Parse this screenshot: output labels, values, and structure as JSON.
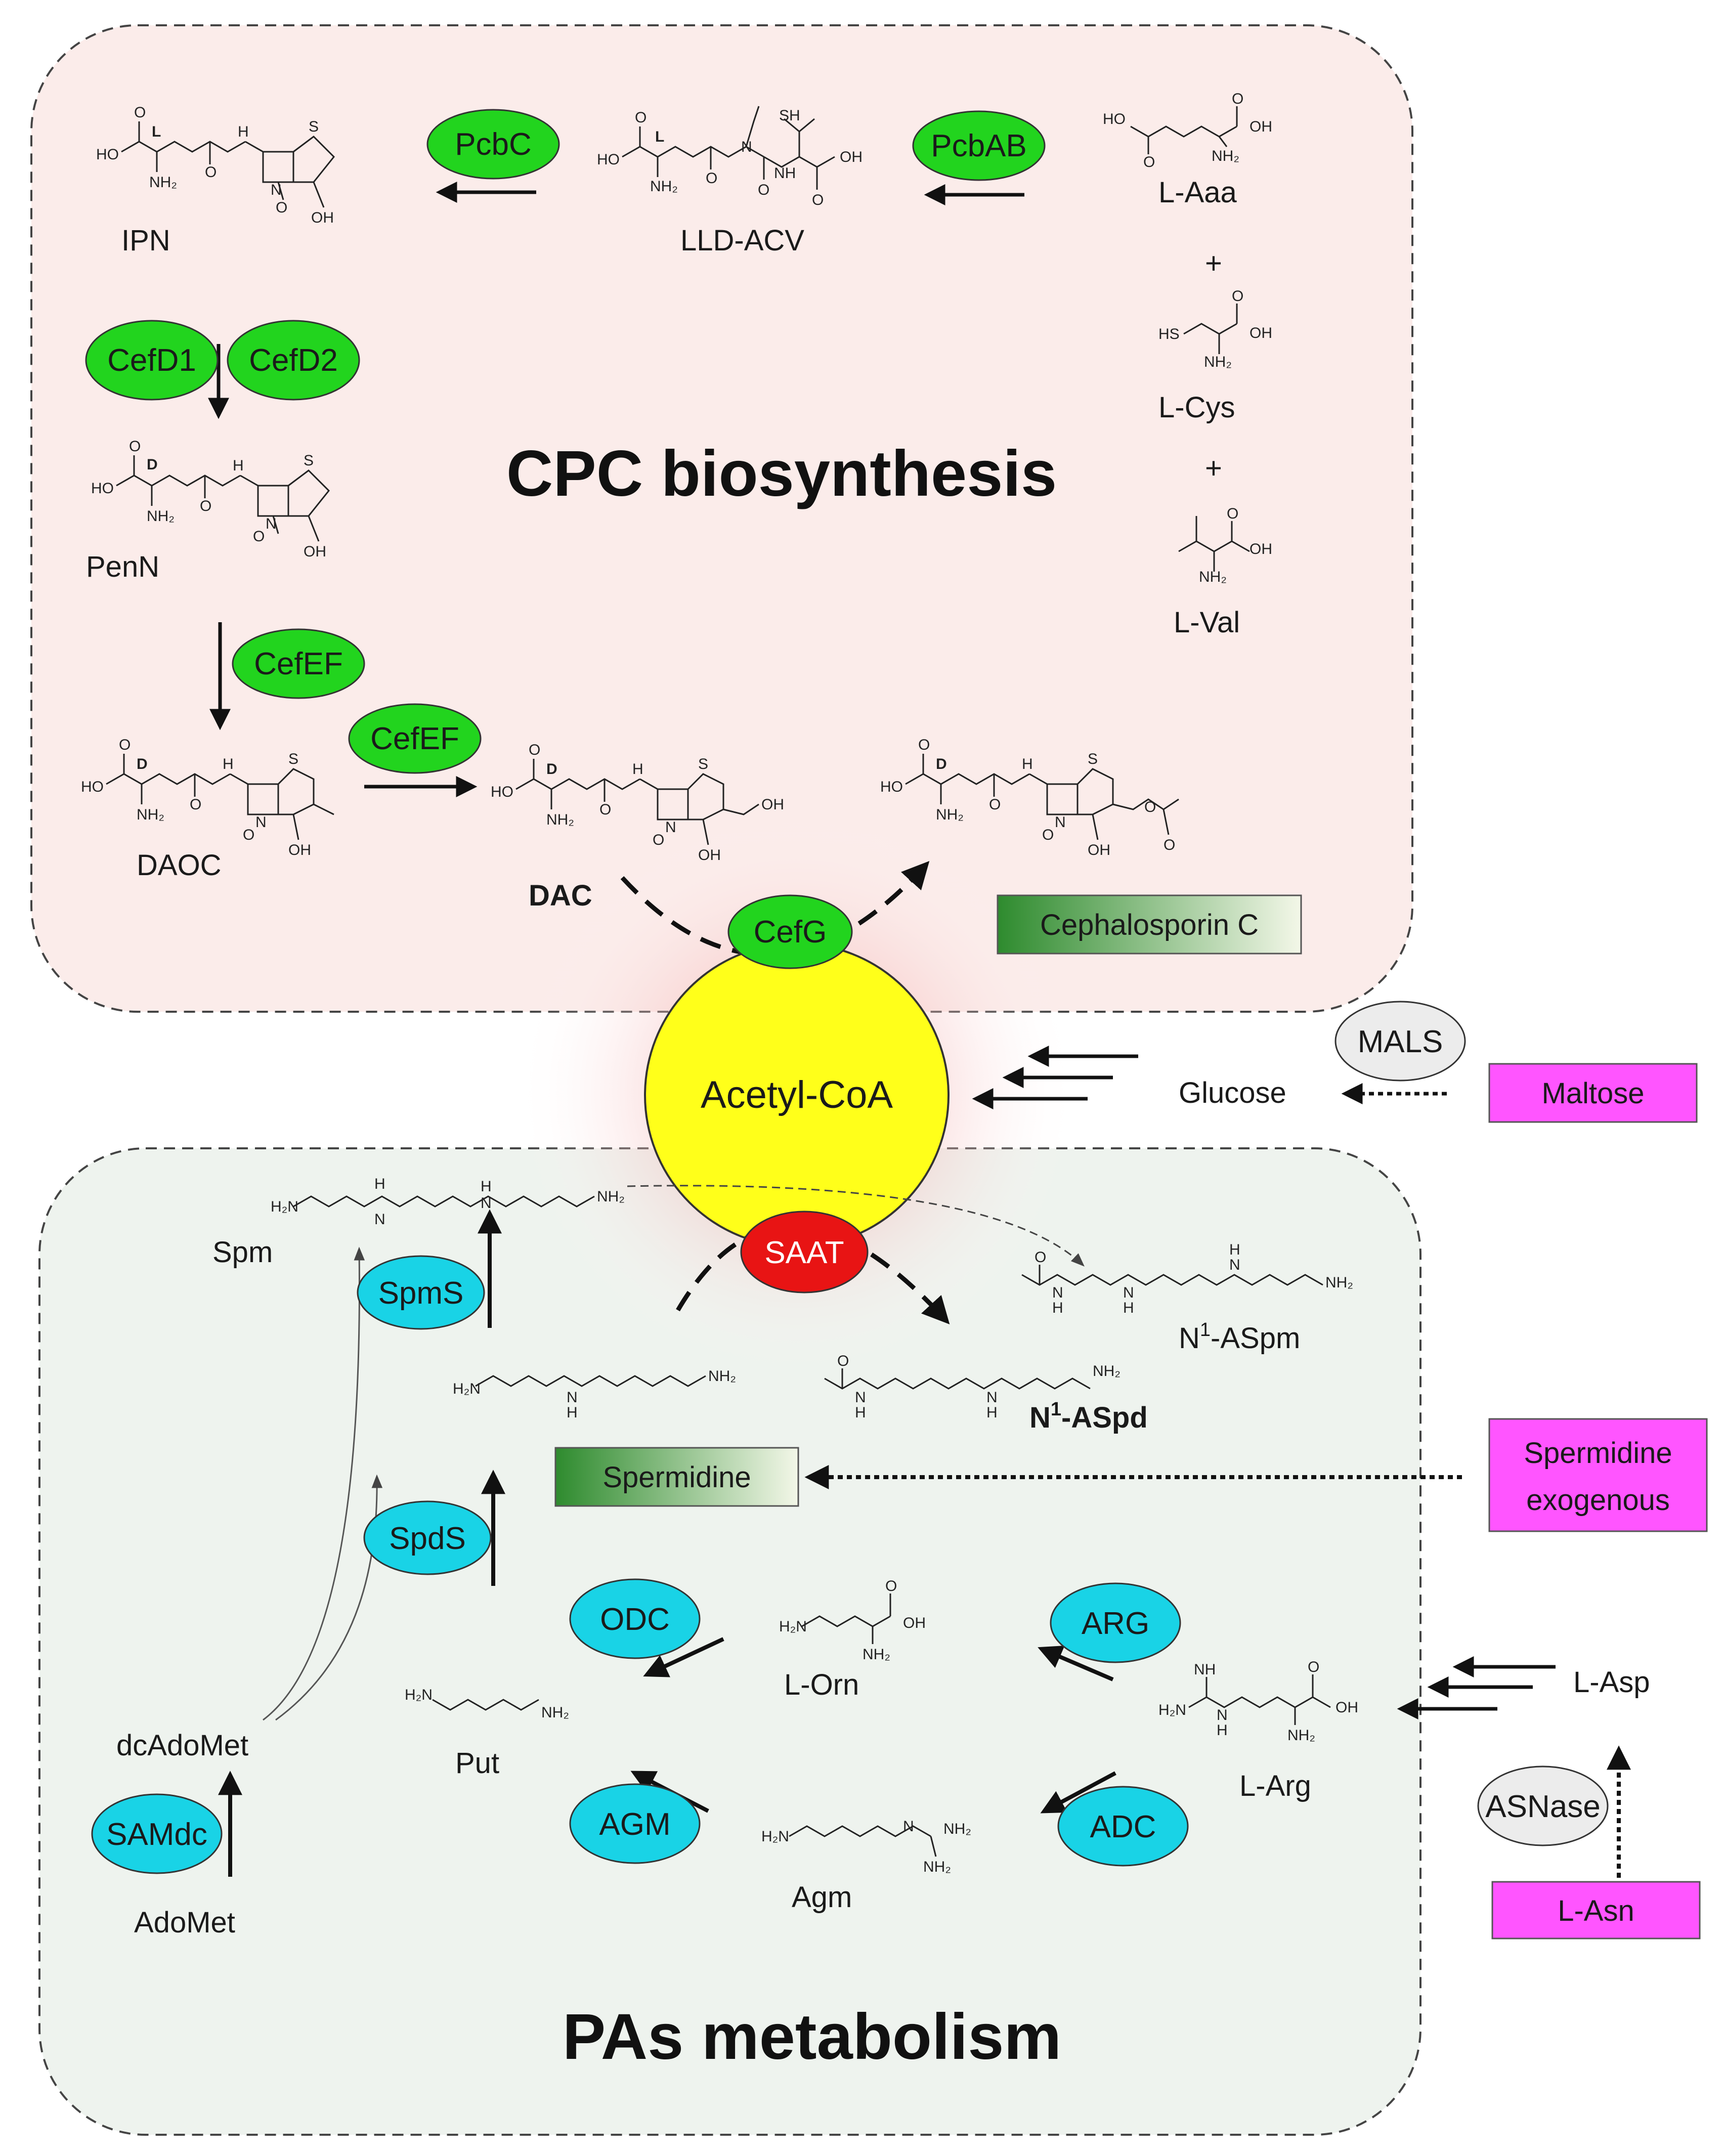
{
  "colors": {
    "cpc_region": "#fbecea",
    "pas_region": "#eef3ee",
    "enzyme_green": "#22d41e",
    "enzyme_cyan": "#19d3e6",
    "enzyme_red": "#e81414",
    "enzyme_gray": "#ececec",
    "acetyl_yellow": "#ffff1a",
    "input_magenta": "#ff55ff",
    "product_green": "#2e8b2e"
  },
  "regions": {
    "cpc_title": "CPC biosynthesis",
    "pas_title": "PAs metabolism"
  },
  "cpc": {
    "enzymes": [
      "PcbC",
      "PcbAB",
      "CefD1",
      "CefD2",
      "CefEF",
      "CefEF",
      "CefG"
    ],
    "compounds": {
      "ipn": "IPN",
      "acv": "LLD-ACV",
      "aaa": "L-Aaa",
      "cys": "L-Cys",
      "val": "L-Val",
      "penn": "PenN",
      "daoc": "DAOC",
      "dac": "DAC"
    },
    "plus": "+",
    "product_label": "Cephalosporin C"
  },
  "center": {
    "acetyl": "Acetyl-CoA",
    "glucose": "Glucose",
    "mals": "MALS",
    "maltose": "Maltose"
  },
  "pas": {
    "enzymes": {
      "saat": "SAAT",
      "spms": "SpmS",
      "spds": "SpdS",
      "odc": "ODC",
      "arg": "ARG",
      "agm": "AGM",
      "adc": "ADC",
      "samdc": "SAMdc",
      "asnase": "ASNase"
    },
    "compounds": {
      "spm": "Spm",
      "n1aspm_prefix": "N",
      "n1aspm_sup": "1",
      "n1aspm_suffix": "-ASpm",
      "n1aspd_prefix": "N",
      "n1aspd_sup": "1",
      "n1aspd_suffix": "-ASpd",
      "orn": "L-Orn",
      "put": "Put",
      "agm": "Agm",
      "larg": "L-Arg",
      "asp": "L-Asp",
      "dcadomet": "dcAdoMet",
      "adomet": "AdoMet"
    },
    "spermidine_box": "Spermidine",
    "spermidine_exo_1": "Spermidine",
    "spermidine_exo_2": "exogenous",
    "lasn": "L-Asn"
  },
  "atoms": {
    "ho": "HO",
    "oh": "OH",
    "o": "O",
    "n": "N",
    "s": "S",
    "h": "H",
    "nh2": "NH₂",
    "h2n": "H₂N",
    "sh": "SH",
    "hs": "HS",
    "nh": "NH",
    "l": "L",
    "d": "D"
  }
}
